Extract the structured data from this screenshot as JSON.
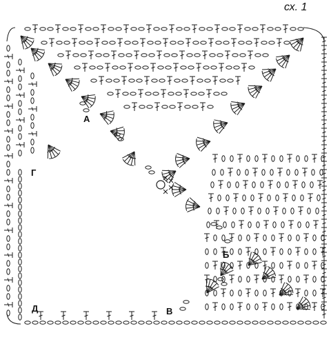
{
  "title": "сх. 1",
  "labels": {
    "a": "А",
    "b": "Б",
    "v": "В",
    "g": "Г",
    "d": "Д"
  },
  "symbols": {
    "chain": "chain-stitch-icon",
    "double_crochet": "double-crochet-icon",
    "fan": "fan-cluster-icon",
    "single_crochet": "single-crochet-cross-icon",
    "magic_ring": "magic-ring-icon"
  },
  "colors": {
    "ink": "#1a1a1a",
    "paper": "#ffffff"
  }
}
